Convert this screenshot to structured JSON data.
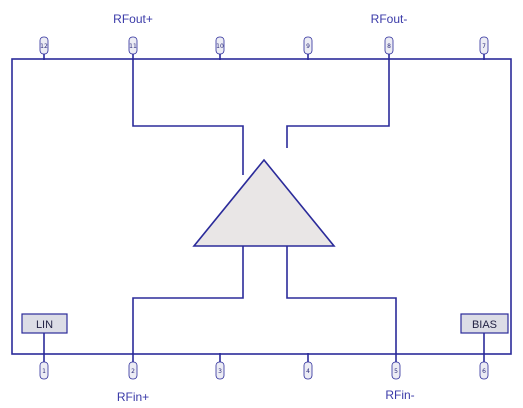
{
  "colors": {
    "wire": "#2b2b9a",
    "amplifier_fill": "#e9e6e6",
    "amplifier_stroke": "#2b2b9a",
    "box_fill": "#dcdde6",
    "label_text": "#3a3aa8"
  },
  "signals": {
    "rfout_plus": "RFout+",
    "rfout_minus": "RFout-",
    "rfin_plus": "RFin+",
    "rfin_minus": "RFin-"
  },
  "blocks": {
    "lin": "LIN",
    "bias": "BIAS"
  },
  "pins": {
    "top": [
      "12",
      "11",
      "10",
      "9",
      "8",
      "7"
    ],
    "bottom": [
      "1",
      "2",
      "3",
      "4",
      "5",
      "6"
    ]
  }
}
